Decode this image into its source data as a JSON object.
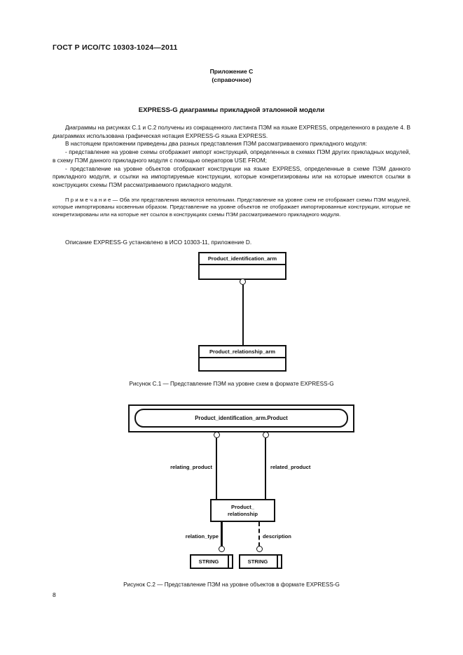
{
  "page": {
    "header": "ГОСТ Р ИСО/ТС 10303-1024—2011",
    "page_number": "8"
  },
  "appendix": {
    "label": "Приложение С",
    "kind": "(справочное)",
    "title": "EXPRESS-G диаграммы прикладной эталонной модели"
  },
  "paragraphs": {
    "p1": "Диаграммы на рисунках С.1 и С.2 получены из сокращенного листинга ПЭМ на языке EXPRESS, определенного в разделе 4. В диаграммах использована графическая нотация EXPRESS-G языка EXPRESS.",
    "p2": "В настоящем приложении приведены два разных представления ПЭМ рассматриваемого прикладного модуля:",
    "p3": "- представление на уровне схемы отображает импорт конструкций, определенных в схемах ПЭМ других прикладных модулей, в схему ПЭМ данного прикладного модуля с помощью операторов USE FROM;",
    "p4": "- представление на уровне объектов отображает конструкции на языке EXPRESS, определенные в схеме ПЭМ данного прикладного модуля, и ссылки на импортируемые конструкции, которые конкретизированы или на которые имеются ссылки в конструкциях схемы ПЭМ рассматриваемого прикладного модуля.",
    "note": "П р и м е ч а н и е — Оба эти представления являются неполными. Представление на уровне схем не отображает схемы ПЭМ модулей, которые импортированы косвенным образом. Представление на уровне объектов не отображает импортированные конструкции, которые не конкретизированы или на которые нет ссылок в конструкциях схемы ПЭМ рассматриваемого прикладного модуля.",
    "p5": "Описание EXPRESS-G установлено в ИСО 10303-11, приложение D."
  },
  "figure_c1": {
    "schema_top": "Product_identification_arm",
    "schema_bottom": "Product_relationship_arm",
    "caption": "Рисунок С.1 — Представление ПЭМ на уровне схем в формате EXPRESS-G"
  },
  "figure_c2": {
    "page_ref": "Product_identification_arm.Product",
    "entity_line1": "Product_",
    "entity_line2": "relationship",
    "attr_relating": "relating_product",
    "attr_related": "related_product",
    "attr_relation_type": "relation_type",
    "attr_description": "description",
    "type_left": "STRING",
    "type_right": "STRING",
    "caption": "Рисунок С.2 — Представление ПЭМ на уровне объектов в формате EXPRESS-G"
  },
  "colors": {
    "ink": "#111111",
    "paper": "#ffffff"
  }
}
